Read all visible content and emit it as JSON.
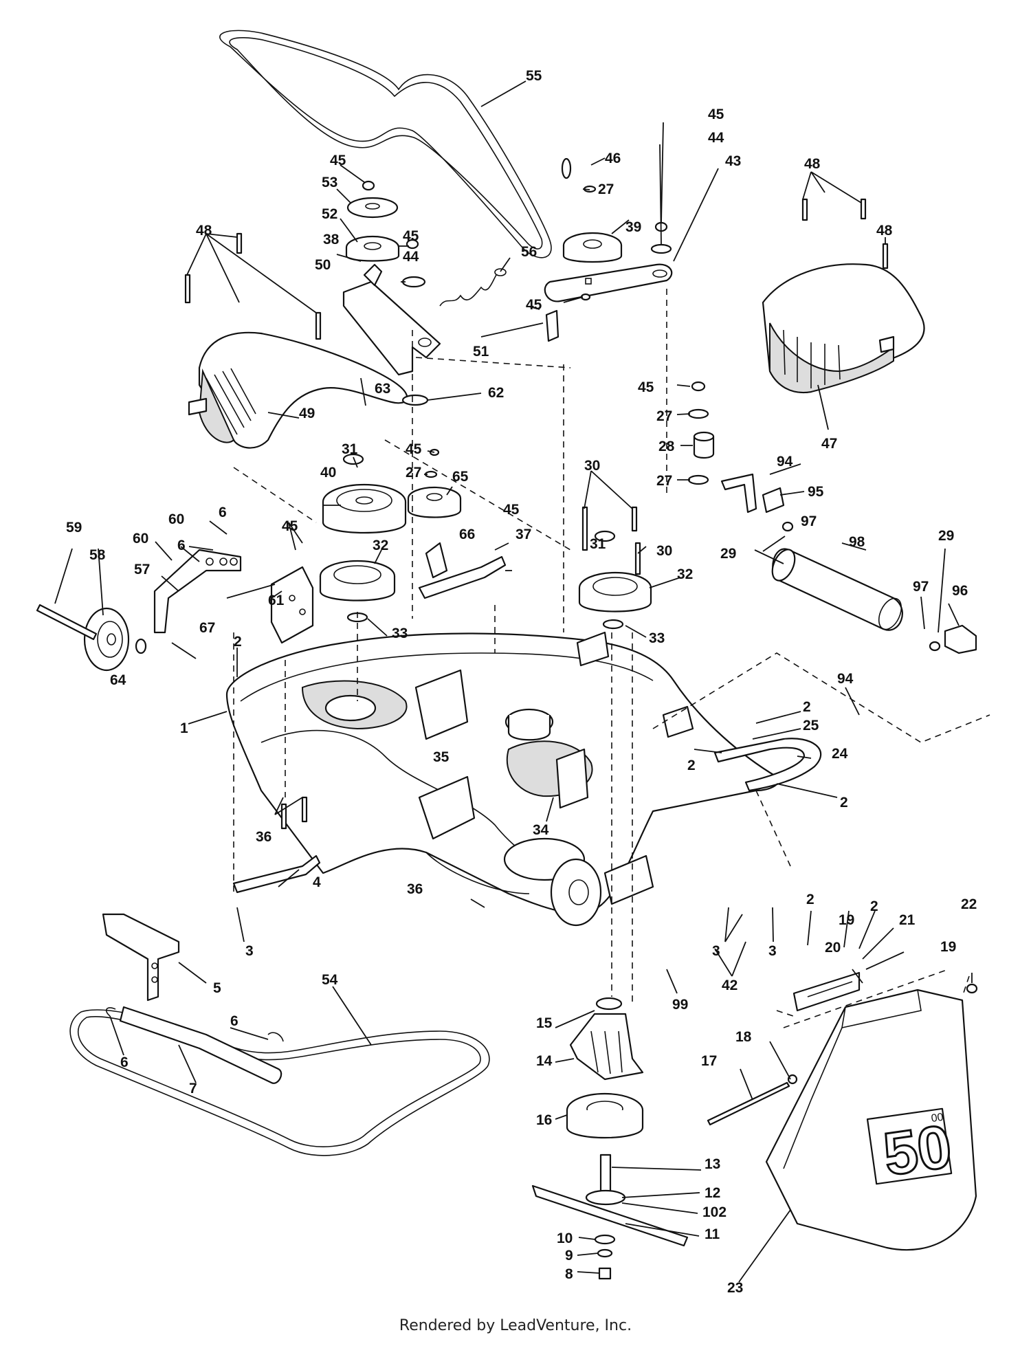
{
  "footer": {
    "text": "Rendered by LeadVenture, Inc."
  },
  "shield": {
    "size_label": "50",
    "size_suffix": "00"
  },
  "callouts": [
    {
      "id": "c55",
      "text": "55"
    },
    {
      "id": "c45a",
      "text": "45"
    },
    {
      "id": "c44a",
      "text": "44"
    },
    {
      "id": "c43",
      "text": "43"
    },
    {
      "id": "c46",
      "text": "46"
    },
    {
      "id": "c27a",
      "text": "27"
    },
    {
      "id": "c39",
      "text": "39"
    },
    {
      "id": "c45b",
      "text": "45"
    },
    {
      "id": "c53",
      "text": "53"
    },
    {
      "id": "c52",
      "text": "52"
    },
    {
      "id": "c38",
      "text": "38"
    },
    {
      "id": "c45c",
      "text": "45"
    },
    {
      "id": "c44b",
      "text": "44"
    },
    {
      "id": "c56",
      "text": "56"
    },
    {
      "id": "c50",
      "text": "50"
    },
    {
      "id": "c45d",
      "text": "45"
    },
    {
      "id": "c51",
      "text": "51"
    },
    {
      "id": "c48a",
      "text": "48"
    },
    {
      "id": "c48b",
      "text": "48"
    },
    {
      "id": "c48c",
      "text": "48"
    },
    {
      "id": "c63",
      "text": "63"
    },
    {
      "id": "c62",
      "text": "62"
    },
    {
      "id": "c49",
      "text": "49"
    },
    {
      "id": "c47",
      "text": "47"
    },
    {
      "id": "c45e",
      "text": "45"
    },
    {
      "id": "c27b",
      "text": "27"
    },
    {
      "id": "c28",
      "text": "28"
    },
    {
      "id": "c27c",
      "text": "27"
    },
    {
      "id": "c31a",
      "text": "31"
    },
    {
      "id": "c45f",
      "text": "45"
    },
    {
      "id": "c27d",
      "text": "27"
    },
    {
      "id": "c40",
      "text": "40"
    },
    {
      "id": "c65",
      "text": "65"
    },
    {
      "id": "c30a",
      "text": "30"
    },
    {
      "id": "c94a",
      "text": "94"
    },
    {
      "id": "c95",
      "text": "95"
    },
    {
      "id": "c59",
      "text": "59"
    },
    {
      "id": "c60a",
      "text": "60"
    },
    {
      "id": "c6a",
      "text": "6"
    },
    {
      "id": "c60b",
      "text": "60"
    },
    {
      "id": "c6b",
      "text": "6"
    },
    {
      "id": "c45g",
      "text": "45"
    },
    {
      "id": "c45h",
      "text": "45"
    },
    {
      "id": "c37",
      "text": "37"
    },
    {
      "id": "c66",
      "text": "66"
    },
    {
      "id": "c32a",
      "text": "32"
    },
    {
      "id": "c31b",
      "text": "31"
    },
    {
      "id": "c30b",
      "text": "30"
    },
    {
      "id": "c32b",
      "text": "32"
    },
    {
      "id": "c29a",
      "text": "29"
    },
    {
      "id": "c97a",
      "text": "97"
    },
    {
      "id": "c98",
      "text": "98"
    },
    {
      "id": "c29b",
      "text": "29"
    },
    {
      "id": "c97b",
      "text": "97"
    },
    {
      "id": "c96",
      "text": "96"
    },
    {
      "id": "c58",
      "text": "58"
    },
    {
      "id": "c57",
      "text": "57"
    },
    {
      "id": "c61",
      "text": "61"
    },
    {
      "id": "c67",
      "text": "67"
    },
    {
      "id": "c2a",
      "text": "2"
    },
    {
      "id": "c33a",
      "text": "33"
    },
    {
      "id": "c33b",
      "text": "33"
    },
    {
      "id": "c64",
      "text": "64"
    },
    {
      "id": "c1",
      "text": "1"
    },
    {
      "id": "c35",
      "text": "35"
    },
    {
      "id": "c94b",
      "text": "94"
    },
    {
      "id": "c2b",
      "text": "2"
    },
    {
      "id": "c25",
      "text": "25"
    },
    {
      "id": "c24",
      "text": "24"
    },
    {
      "id": "c2c",
      "text": "2"
    },
    {
      "id": "c2d",
      "text": "2"
    },
    {
      "id": "c36a",
      "text": "36"
    },
    {
      "id": "c34",
      "text": "34"
    },
    {
      "id": "c4",
      "text": "4"
    },
    {
      "id": "c36b",
      "text": "36"
    },
    {
      "id": "c3a",
      "text": "3"
    },
    {
      "id": "c3b",
      "text": "3"
    },
    {
      "id": "c3c",
      "text": "3"
    },
    {
      "id": "c42",
      "text": "42"
    },
    {
      "id": "c99",
      "text": "99"
    },
    {
      "id": "c2e",
      "text": "2"
    },
    {
      "id": "c2f",
      "text": "2"
    },
    {
      "id": "c19a",
      "text": "19"
    },
    {
      "id": "c21",
      "text": "21"
    },
    {
      "id": "c20",
      "text": "20"
    },
    {
      "id": "c19b",
      "text": "19"
    },
    {
      "id": "c22",
      "text": "22"
    },
    {
      "id": "c5",
      "text": "5"
    },
    {
      "id": "c15",
      "text": "15"
    },
    {
      "id": "c6c",
      "text": "6"
    },
    {
      "id": "c6d",
      "text": "6"
    },
    {
      "id": "c7",
      "text": "7"
    },
    {
      "id": "c14",
      "text": "14"
    },
    {
      "id": "c18",
      "text": "18"
    },
    {
      "id": "c17",
      "text": "17"
    },
    {
      "id": "c54",
      "text": "54"
    },
    {
      "id": "c16",
      "text": "16"
    },
    {
      "id": "c13",
      "text": "13"
    },
    {
      "id": "c12",
      "text": "12"
    },
    {
      "id": "c102",
      "text": "102"
    },
    {
      "id": "c11",
      "text": "11"
    },
    {
      "id": "c10",
      "text": "10"
    },
    {
      "id": "c9",
      "text": "9"
    },
    {
      "id": "c8",
      "text": "8"
    },
    {
      "id": "c23",
      "text": "23"
    }
  ]
}
